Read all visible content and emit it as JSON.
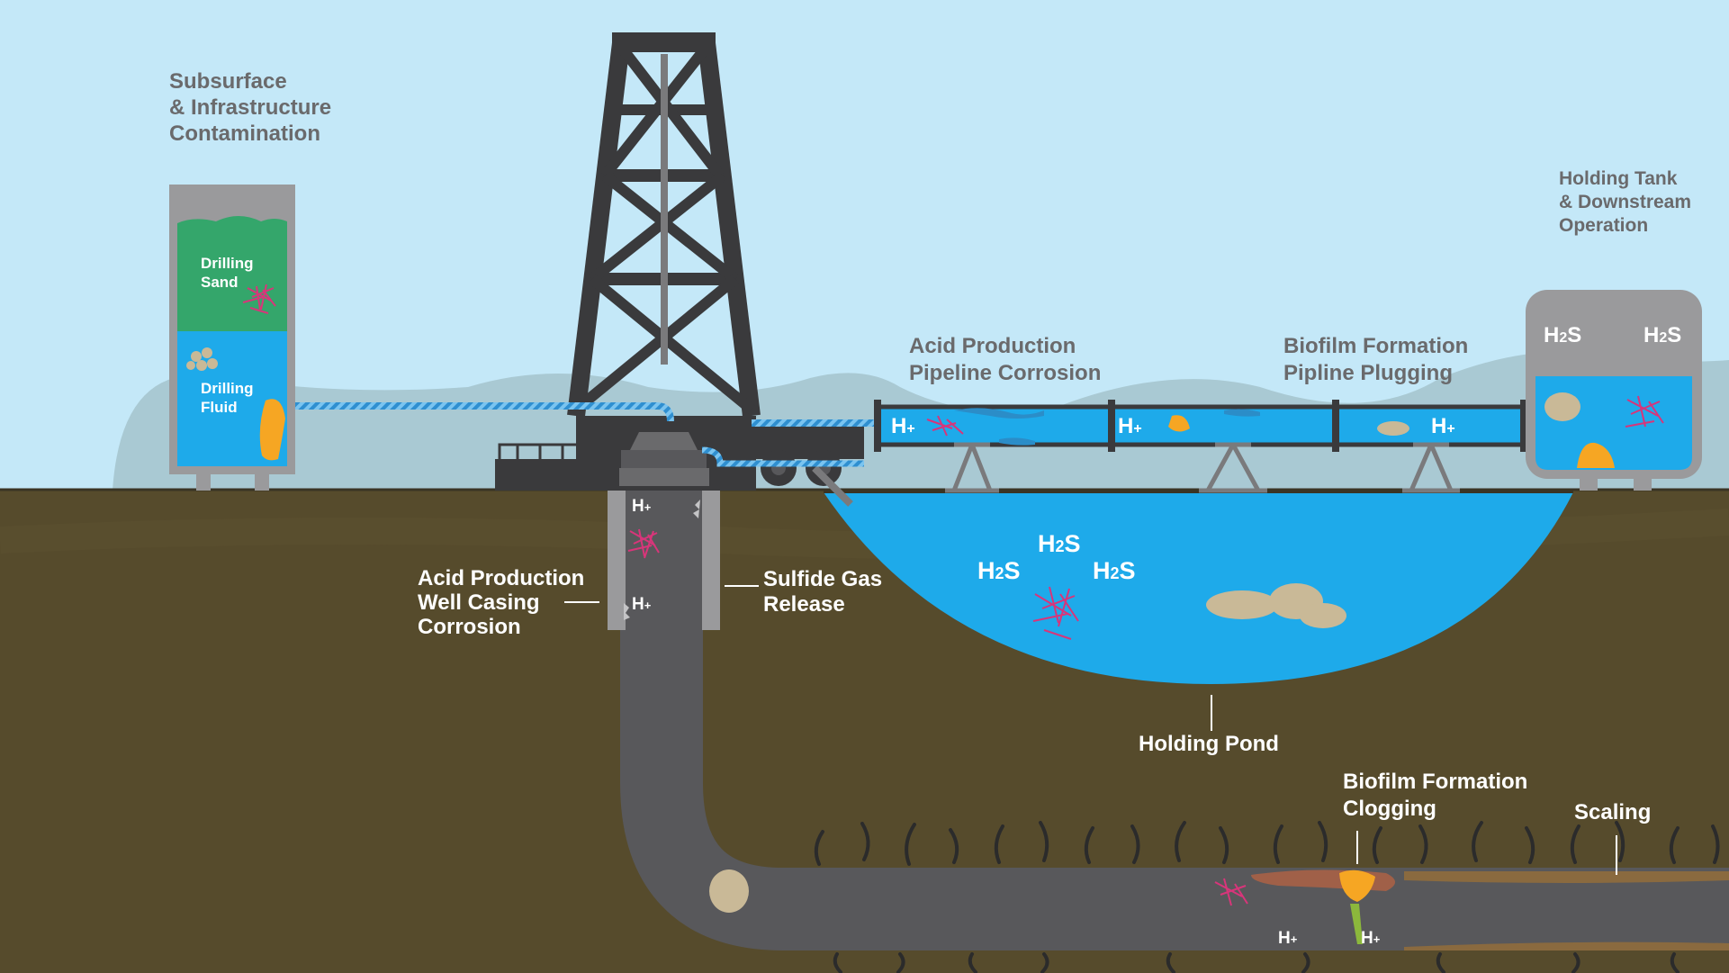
{
  "labels": {
    "subsurface": [
      "Subsurface",
      "& Infrastructure",
      "Contamination"
    ],
    "holding_tank": [
      "Holding Tank",
      "& Downstream",
      "Operation"
    ],
    "acid_pipeline": [
      "Acid Production",
      "Pipeline Corrosion"
    ],
    "biofilm_pipeline": [
      "Biofilm Formation",
      "Pipline Plugging"
    ],
    "acid_well": [
      "Acid Production",
      "Well Casing",
      "Corrosion"
    ],
    "sulfide_gas": [
      "Sulfide Gas",
      "Release"
    ],
    "holding_pond": "Holding Pond",
    "biofilm_clogging": [
      "Biofilm Formation",
      "Clogging"
    ],
    "scaling": "Scaling"
  },
  "tank_contents": {
    "drilling_sand": [
      "Drilling",
      "Sand"
    ],
    "drilling_fluid": [
      "Drilling",
      "Fluid"
    ]
  },
  "chemicals": {
    "hydrogen_ion": "H",
    "hydrogen_ion_charge": "+",
    "hydrogen_sulfide_h": "H",
    "hydrogen_sulfide_sub": "2",
    "hydrogen_sulfide_s": "S"
  },
  "colors": {
    "sky": "#c4e8f8",
    "hills": "#a9c9d3",
    "ground": "#564b2c",
    "water": "#1eaaea",
    "sand": "#34a66b",
    "structure": "#3a3a3c",
    "pipe": "#58585b",
    "label_dark": "#6a6a6c",
    "label_light": "#ffffff",
    "microbe_pink": "#d8357a",
    "biofilm_orange": "#f6a623",
    "scale_brown": "#8a6a3f"
  }
}
